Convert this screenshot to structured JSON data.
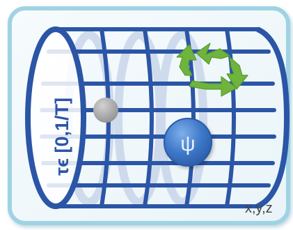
{
  "diagram": {
    "time_label": "τϵ [0,1/T]",
    "space_label": "x,y,z",
    "field_symbol": "ψ",
    "colors": {
      "frame_blue": "#2b55a6",
      "ring_fill": "#c9d6ea",
      "card_border": "#9fd3e3",
      "field_ball": "#3e78c9",
      "particle": "#a3a3a3",
      "cycle_arrows": "#6fb43c"
    }
  }
}
